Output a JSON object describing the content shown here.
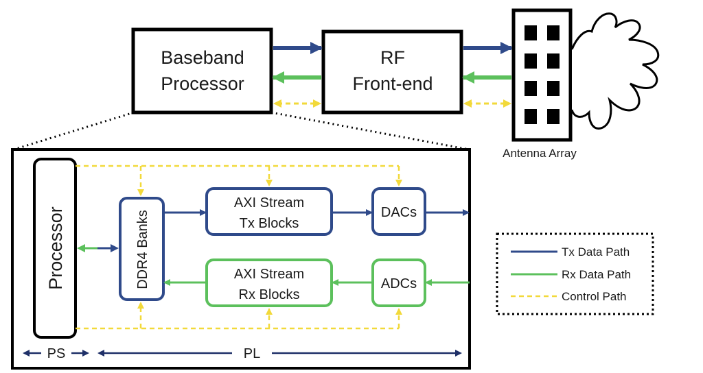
{
  "top": {
    "baseband": [
      "Baseband",
      "Processor"
    ],
    "rf": [
      "RF",
      "Front-end"
    ],
    "antenna_label": "Antenna Array"
  },
  "detail": {
    "processor": "Processor",
    "ddr4": "DDR4 Banks",
    "axi_tx": [
      "AXI Stream",
      "Tx Blocks"
    ],
    "axi_rx": [
      "AXI Stream",
      "Rx Blocks"
    ],
    "dacs": "DACs",
    "adcs": "ADCs",
    "ps": "PS",
    "pl": "PL"
  },
  "legend": [
    {
      "label": "Tx Data Path",
      "color": "#2f4a8a",
      "style": "solid"
    },
    {
      "label": "Rx Data Path",
      "color": "#5cc05c",
      "style": "solid"
    },
    {
      "label": "Control Path",
      "color": "#f2d93a",
      "style": "dashed"
    }
  ],
  "colors": {
    "tx": "#2f4a8a",
    "rx": "#5cc05c",
    "control": "#f2d93a",
    "black": "#000000"
  }
}
